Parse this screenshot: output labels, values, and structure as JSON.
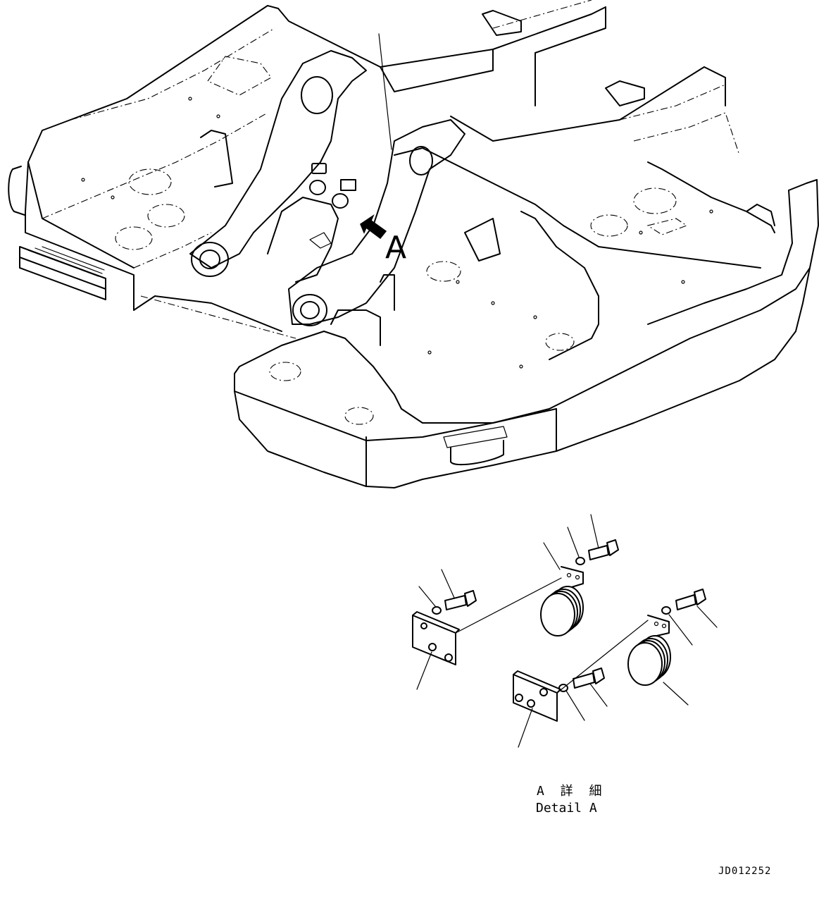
{
  "view_marker": {
    "letter": "A"
  },
  "detail_caption": {
    "japanese": "A 詳 細",
    "english": "Detail A"
  },
  "drawing_number": "JD012252",
  "colors": {
    "line": "#000000",
    "background": "#ffffff"
  }
}
